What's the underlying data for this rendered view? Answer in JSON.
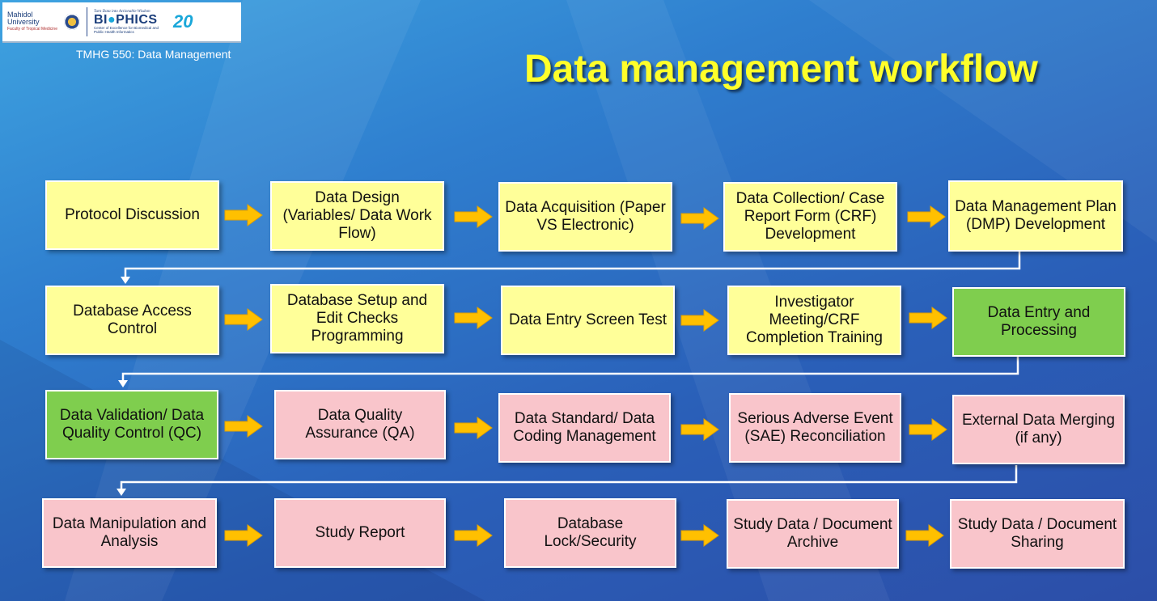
{
  "header": {
    "mahidol_name": "Mahidol\nUniversity",
    "mahidol_faculty": "Faculty of Tropical Medicine",
    "biophics_tagline": "Turn Data into Actionable Wisdom",
    "biophics_name_1": "BI",
    "biophics_name_2": "PHICS",
    "biophics_desc": "Center of Excellence for Biomedical and Public Health Informatics",
    "anniversary": "20",
    "course": "TMHG 550: Data Management"
  },
  "title": "Data management workflow",
  "colors": {
    "yellow": "#ffff99",
    "green": "#7fce4e",
    "pink": "#f9c5cb",
    "arrow": "#ffc000",
    "title": "#ffff2a"
  },
  "rows": [
    [
      {
        "label": "Protocol Discussion",
        "color": "yellow"
      },
      {
        "label": "Data Design (Variables/ Data Work Flow)",
        "color": "yellow"
      },
      {
        "label": "Data Acquisition (Paper VS Electronic)",
        "color": "yellow"
      },
      {
        "label": "Data Collection/ Case Report Form (CRF) Development",
        "color": "yellow"
      },
      {
        "label": "Data Management Plan (DMP) Development",
        "color": "yellow"
      }
    ],
    [
      {
        "label": "Database Access Control",
        "color": "yellow"
      },
      {
        "label": "Database Setup and Edit Checks Programming",
        "color": "yellow"
      },
      {
        "label": "Data Entry Screen Test",
        "color": "yellow"
      },
      {
        "label": "Investigator Meeting/CRF Completion Training",
        "color": "yellow"
      },
      {
        "label": "Data Entry and Processing",
        "color": "green"
      }
    ],
    [
      {
        "label": "Data Validation/ Data Quality Control (QC)",
        "color": "green"
      },
      {
        "label": "Data Quality Assurance (QA)",
        "color": "pink"
      },
      {
        "label": "Data Standard/ Data Coding Management",
        "color": "pink"
      },
      {
        "label": "Serious Adverse Event (SAE) Reconciliation",
        "color": "pink"
      },
      {
        "label": "External Data Merging (if any)",
        "color": "pink"
      }
    ],
    [
      {
        "label": "Data  Manipulation and Analysis",
        "color": "pink"
      },
      {
        "label": "Study Report",
        "color": "pink"
      },
      {
        "label": "Database Lock/Security",
        "color": "pink"
      },
      {
        "label": "Study Data / Document Archive",
        "color": "pink"
      },
      {
        "label": "Study Data / Document Sharing",
        "color": "pink"
      }
    ]
  ]
}
